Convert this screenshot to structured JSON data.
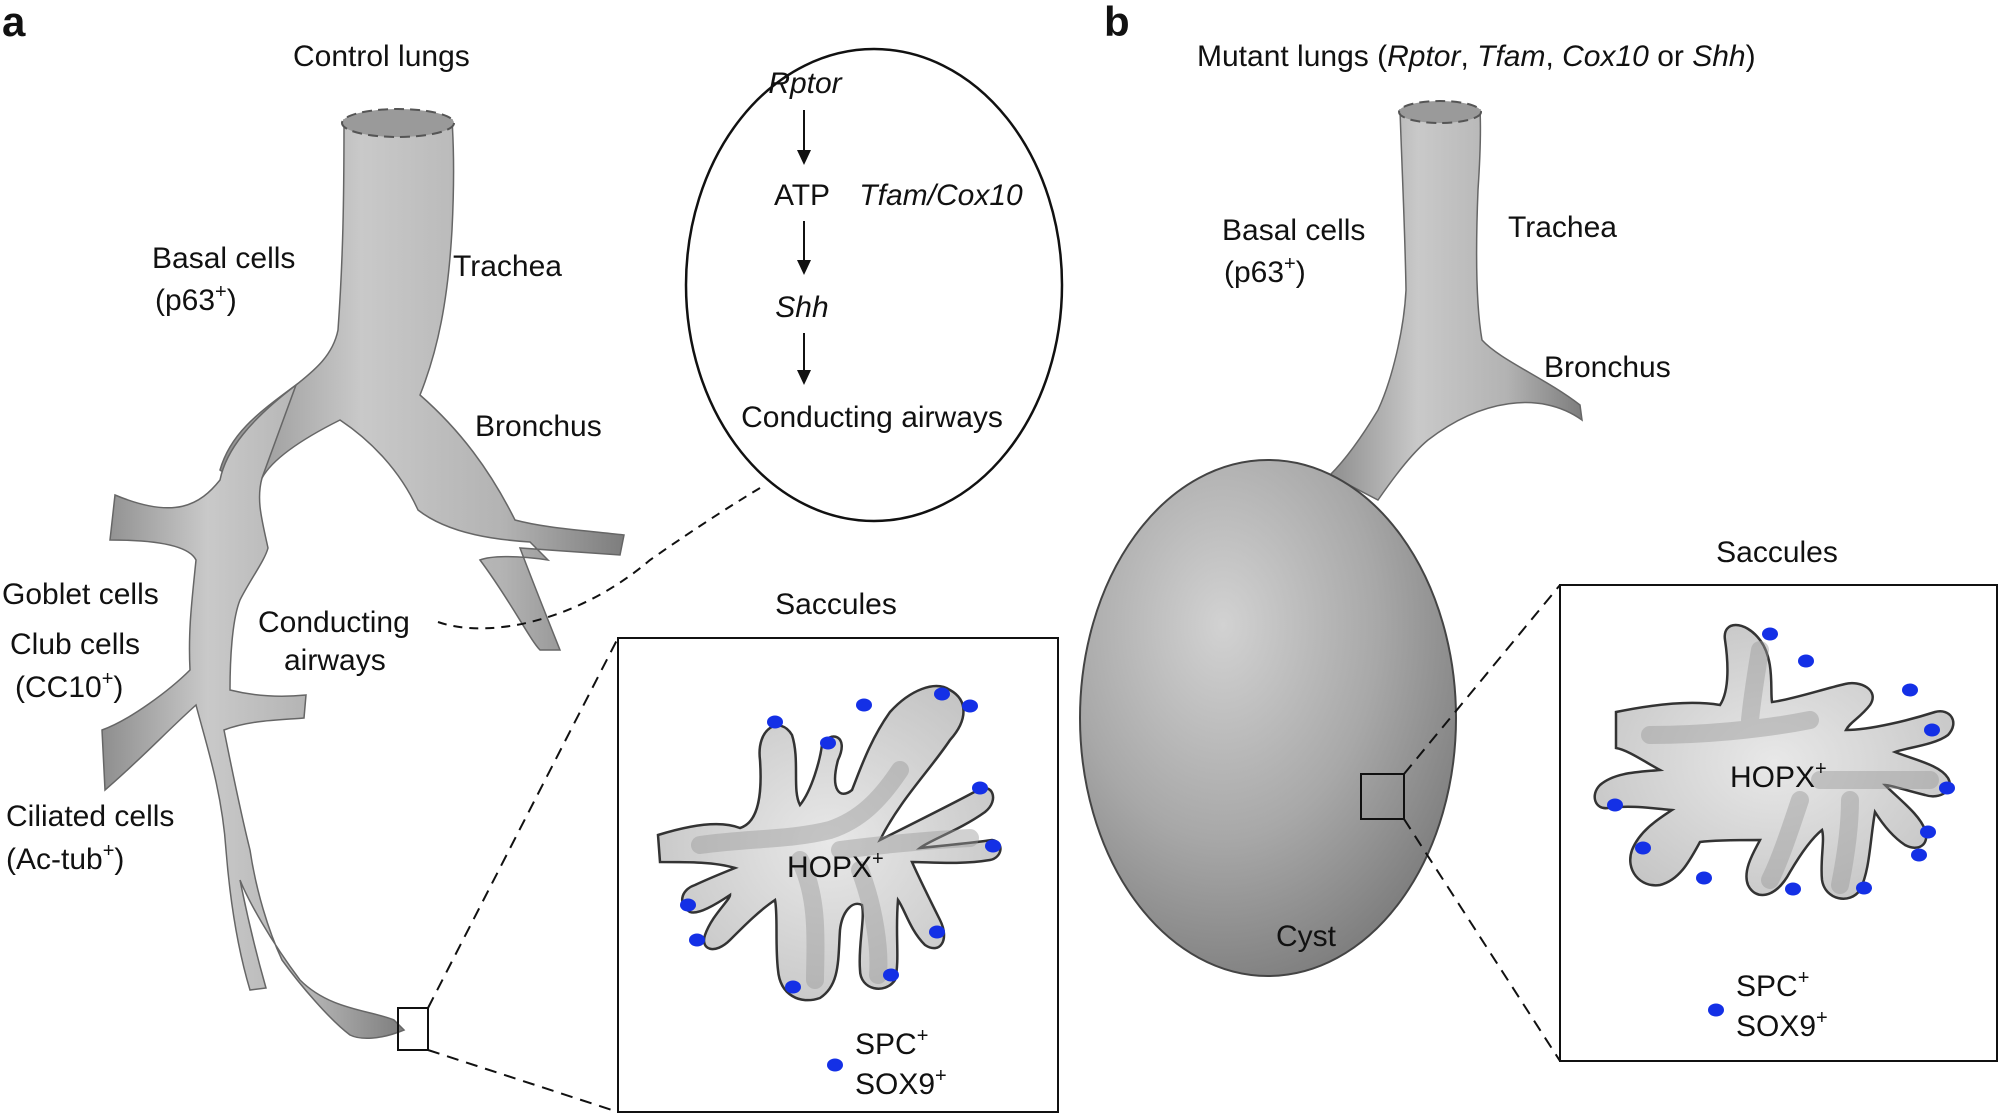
{
  "colors": {
    "tissue": "#b8b8b8",
    "tissue_dark": "#8c8c8c",
    "dot": "#1430e6",
    "line": "#111111"
  },
  "panel_a": {
    "letter": "a",
    "title": "Control lungs",
    "basal_1": "Basal cells",
    "basal_2a": "(p63",
    "basal_2b": "+",
    "basal_2c": ")",
    "trachea": "Trachea",
    "bronchus": "Bronchus",
    "goblet": "Goblet cells",
    "club": "Club cells",
    "cc10_a": "(CC10",
    "cc10_b": "+",
    "cc10_c": ")",
    "ciliated": "Ciliated cells",
    "actub_a": "(Ac-tub",
    "actub_b": "+",
    "actub_c": ")",
    "conducting_1": "Conducting",
    "conducting_2": "airways",
    "pathway": {
      "rptor": "Rptor",
      "atp": "ATP",
      "tfam": "Tfam/Cox10",
      "shh": "Shh",
      "result": "Conducting airways"
    },
    "saccules": "Saccules",
    "hopx": "HOPX",
    "plus": "+",
    "spc": "SPC",
    "sox9": "SOX9"
  },
  "panel_b": {
    "letter": "b",
    "title_pre": "Mutant lungs (",
    "g1": "Rptor",
    "sep1": ", ",
    "g2": "Tfam",
    "sep2": ", ",
    "g3": "Cox10",
    "sep3": " or ",
    "g4": "Shh",
    "title_post": ")",
    "basal_1": "Basal cells",
    "basal_2a": "(p63",
    "basal_2b": "+",
    "basal_2c": ")",
    "trachea": "Trachea",
    "bronchus": "Bronchus",
    "saccules": "Saccules",
    "hopx": "HOPX",
    "plus": "+",
    "cyst": "Cyst",
    "spc": "SPC",
    "sox9": "SOX9"
  }
}
